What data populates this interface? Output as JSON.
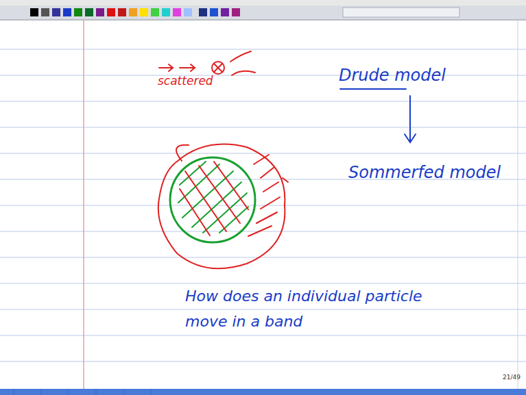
{
  "diagram": {
    "labels": [
      "scattered",
      "Drude model",
      "Sommerfed model",
      "How does an individual particle move in a band",
      "21/49"
    ]
  }
}
